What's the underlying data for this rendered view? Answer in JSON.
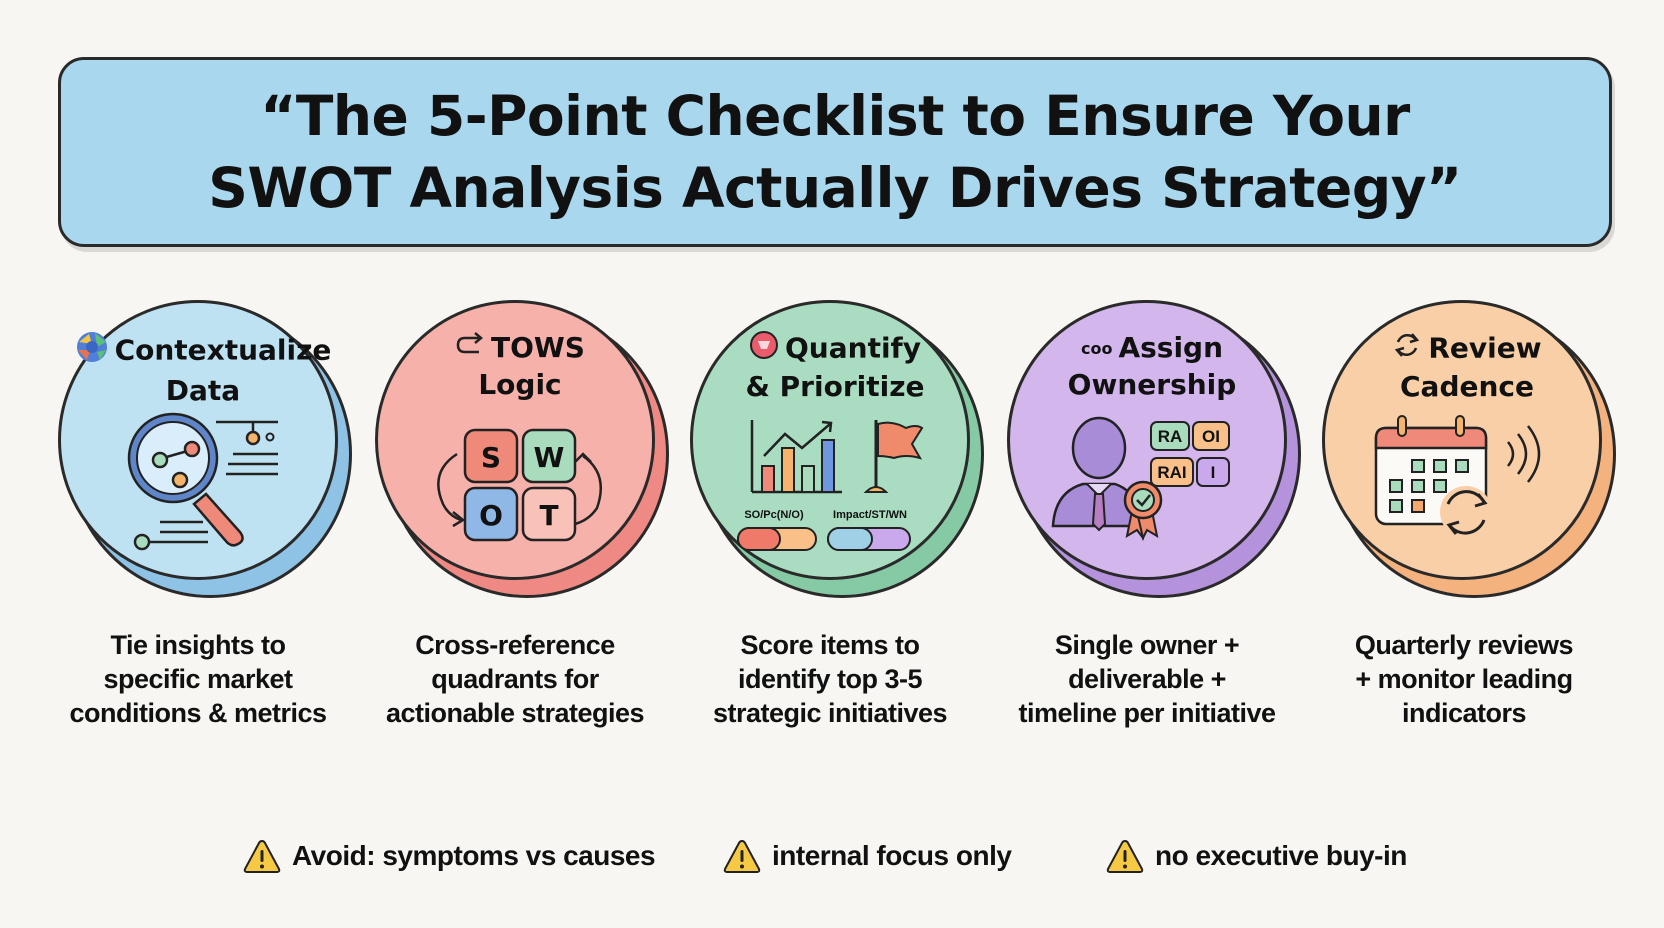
{
  "header": {
    "title_line1": "“The 5-Point Checklist to Ensure Your",
    "title_line2": "SWOT Analysis Actually Drives Strategy”",
    "background_color": "#a9d8ee"
  },
  "checklist": [
    {
      "title_line1": "Contextualize",
      "title_line2": "Data",
      "icon": "globe-icon",
      "illustration": "magnifier-data-icon",
      "color": "#bfe2f3",
      "shadow_color": "#8fc3e6",
      "description": [
        "Tie insights to",
        "specific market",
        "conditions & metrics"
      ]
    },
    {
      "title_line1": "TOWS",
      "title_line2": "Logic",
      "icon": "cycle-arrow-icon",
      "illustration": "swot-grid-icon",
      "color": "#f7b1ab",
      "shadow_color": "#ee8a83",
      "swot_letters": [
        "S",
        "W",
        "O",
        "T"
      ],
      "swot_colors": [
        "#ef8a7a",
        "#a8dcbc",
        "#8fb8e6",
        "#f9c2b8"
      ],
      "description": [
        "Cross-reference",
        "quadrants for",
        "actionable strategies"
      ]
    },
    {
      "title_line1": "Quantify",
      "title_line2": "& Prioritize",
      "icon": "target-badge-icon",
      "illustration": "bar-chart-flag-icon",
      "color": "#a9dcc0",
      "shadow_color": "#86c9a5",
      "scale_labels": [
        "SO/Pc(N/O)",
        "Impact/ST/WN"
      ],
      "description": [
        "Score items to",
        "identify top 3-5",
        "strategic initiatives"
      ]
    },
    {
      "title_line1": "Assign",
      "title_line2": "Ownership",
      "icon": "coo-label-icon",
      "icon_text": "coo",
      "illustration": "person-raci-icon",
      "color": "#d3b6ec",
      "shadow_color": "#b592dc",
      "raci_tags": [
        "RA",
        "OI",
        "RAI",
        "I"
      ],
      "description": [
        "Single owner +",
        "deliverable +",
        "timeline per initiative"
      ]
    },
    {
      "title_line1": "Review",
      "title_line2": "Cadence",
      "icon": "refresh-icon",
      "illustration": "calendar-cycle-icon",
      "color": "#f9cfa8",
      "shadow_color": "#f3b27e",
      "description": [
        "Quarterly reviews",
        "+ monitor leading",
        "indicators"
      ]
    }
  ],
  "warnings": [
    {
      "icon": "warning-icon",
      "text": "Avoid: symptoms vs causes"
    },
    {
      "icon": "warning-icon",
      "text": "internal focus only"
    },
    {
      "icon": "warning-icon",
      "text": "no executive buy-in"
    }
  ],
  "colors": {
    "background": "#f7f6f2",
    "outline": "#2a2a2a",
    "warning_fill": "#f6c945"
  }
}
